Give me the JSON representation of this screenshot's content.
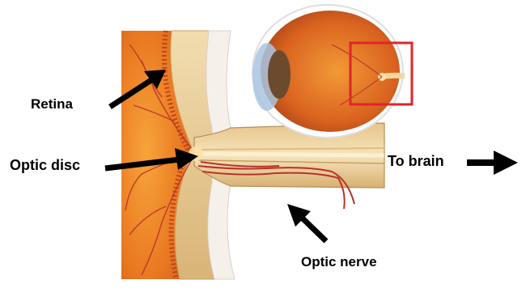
{
  "labels": {
    "retina": "Retina",
    "optic_disc": "Optic disc",
    "to_brain": "To brain",
    "optic_nerve": "Optic nerve"
  },
  "colors": {
    "retina_orange": "#e8741f",
    "retina_dark": "#c9521a",
    "sclera_tan": "#e7c98f",
    "nerve_beige": "#f0dcb0",
    "vessel_red": "#b8322a",
    "highlight_box": "#e0242a",
    "arrow": "#000000"
  }
}
